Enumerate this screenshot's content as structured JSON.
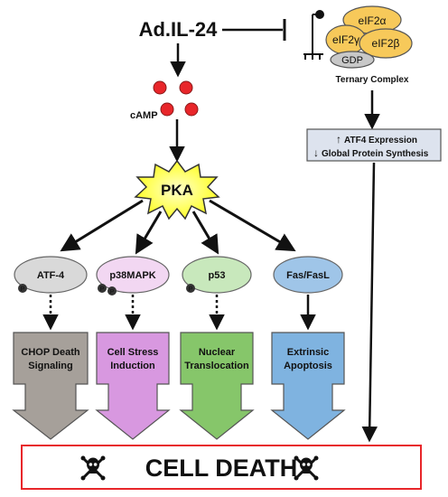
{
  "nodes": {
    "ad_il24": "Ad.IL-24",
    "camp": "cAMP",
    "pka": "PKA",
    "eif2a": "eIF2α",
    "eif2g": "eIF2γ",
    "eif2b": "eIF2β",
    "gdp": "GDP",
    "ternary": "Ternary Complex",
    "atf4_expression": "ATF4 Expression",
    "global_protein": "Global Protein Synthesis",
    "atf4": "ATF-4",
    "p38mapk": "p38MAPK",
    "p53": "p53",
    "fas": "Fas/FasL",
    "phospho": "P",
    "cell_death": "CELL DEATH"
  },
  "outcomes": {
    "chop_1": "CHOP Death",
    "chop_2": "Signaling",
    "stress_1": "Cell Stress",
    "stress_2": "Induction",
    "nuclear_1": "Nuclear",
    "nuclear_2": "Translocation",
    "extrinsic_1": "Extrinsic",
    "extrinsic_2": "Apoptosis"
  },
  "colors": {
    "camp": "#e8262a",
    "pka": "#ffff2a",
    "eif2": "#f7c95a",
    "gdp": "#c8c8c8",
    "effect_box": "#dde3ee",
    "up_arrow": "#2aa84a",
    "down_arrow": "#d22a2a",
    "atf4_node": "#d9d9d9",
    "p38_node": "#f2d7f2",
    "p53_node": "#c8e8bc",
    "fas_node": "#9fc5e8",
    "chop": "#a6a09a",
    "stress": "#d898e0",
    "nuclear": "#86c66a",
    "extrinsic": "#7fb3e0",
    "death": "#e8262a"
  },
  "icons": [
    "skull-crossbones-icon",
    "skull-crossbones-icon"
  ]
}
